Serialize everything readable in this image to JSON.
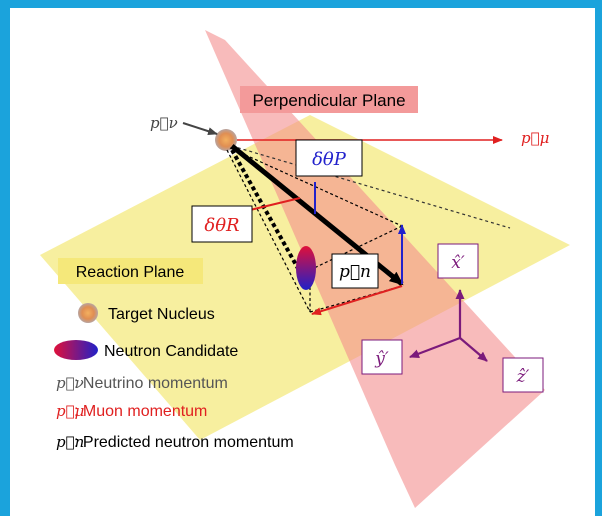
{
  "colors": {
    "frame": "#1ba3dc",
    "reaction_plane": "#f7ee9a",
    "perpendicular_plane": "#f38e8e",
    "muon": "#e02020",
    "delta_p": "#2222cc",
    "delta_r": "#e02020",
    "axes": "#7b1a7b",
    "neutron_top": "#e0103a",
    "neutron_bottom": "#2020c8",
    "nucleus": "#e8985a"
  },
  "labels": {
    "perpendicular_plane": "Perpendicular Plane",
    "reaction_plane": "Reaction Plane",
    "p_nu": "p⃗ν",
    "p_mu": "p⃗μ",
    "delta_theta_p": "δθP",
    "delta_theta_r": "δθR",
    "p_n": "p⃗n",
    "x_prime": "x̂′",
    "y_prime": "ŷ′",
    "z_prime": "ẑ′"
  },
  "legend": [
    {
      "icon": "nucleus-icon",
      "text": "Target Nucleus",
      "color": "#000000"
    },
    {
      "icon": "neutron-candidate-icon",
      "text": "Neutron Candidate",
      "color": "#000000"
    },
    {
      "symbol": "p⃗ν",
      "text": ": Neutrino momentum",
      "color": "#555555"
    },
    {
      "symbol": "p⃗μ",
      "text": ": Muon momentum",
      "color": "#e02020"
    },
    {
      "symbol": "p⃗n",
      "text": ": Predicted neutron momentum",
      "color": "#000000"
    }
  ]
}
